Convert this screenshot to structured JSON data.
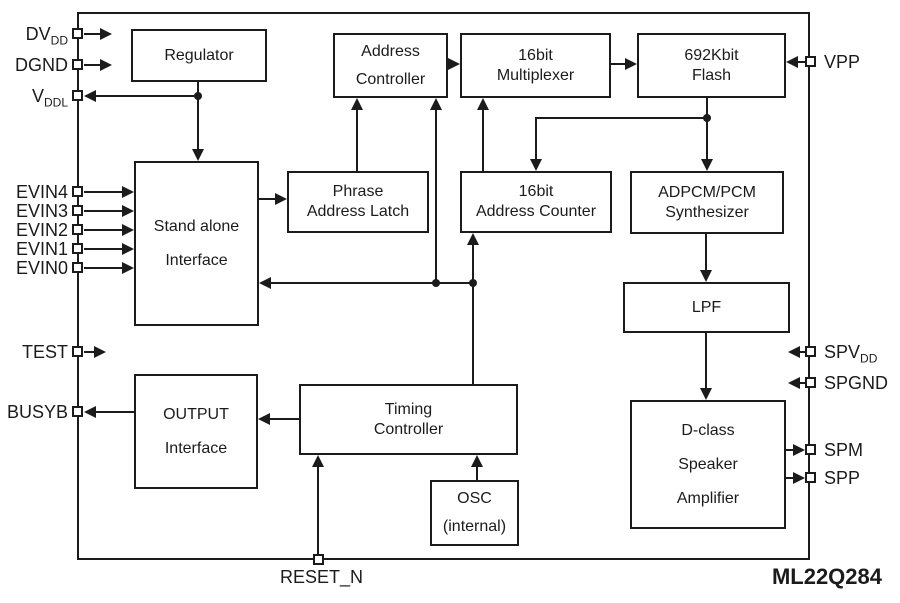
{
  "diagram": {
    "part_number": "ML22Q284",
    "description": "IC block diagram"
  },
  "colors": {
    "line": "#1b1b1b",
    "background": "#ffffff"
  },
  "blocks": {
    "regulator": {
      "lines": [
        "Regulator"
      ]
    },
    "address_controller": {
      "lines": [
        "Address",
        "Controller"
      ]
    },
    "multiplexer_16bit": {
      "lines": [
        "16bit",
        "Multiplexer"
      ]
    },
    "flash_692kbit": {
      "lines": [
        "692Kbit",
        "Flash"
      ]
    },
    "stand_alone_interface": {
      "lines": [
        "Stand alone",
        "Interface"
      ]
    },
    "phrase_address_latch": {
      "lines": [
        "Phrase",
        "Address Latch"
      ]
    },
    "address_counter_16bit": {
      "lines": [
        "16bit",
        "Address Counter"
      ]
    },
    "adpcm_pcm_synthesizer": {
      "lines": [
        "ADPCM/PCM",
        "Synthesizer"
      ]
    },
    "lpf": {
      "lines": [
        "LPF"
      ]
    },
    "d_class_speaker_amplifier": {
      "lines": [
        "D-class",
        "Speaker",
        "Amplifier"
      ]
    },
    "output_interface": {
      "lines": [
        "OUTPUT",
        "Interface"
      ]
    },
    "timing_controller": {
      "lines": [
        "Timing",
        "Controller"
      ]
    },
    "osc_internal": {
      "lines": [
        "OSC",
        "(internal)"
      ]
    }
  },
  "pins": {
    "dvdd": {
      "main": "DV",
      "sub": "DD"
    },
    "dgnd": {
      "main": "DGND",
      "sub": ""
    },
    "vddl": {
      "main": "V",
      "sub": "DDL"
    },
    "evin4": {
      "main": "EVIN4",
      "sub": ""
    },
    "evin3": {
      "main": "EVIN3",
      "sub": ""
    },
    "evin2": {
      "main": "EVIN2",
      "sub": ""
    },
    "evin1": {
      "main": "EVIN1",
      "sub": ""
    },
    "evin0": {
      "main": "EVIN0",
      "sub": ""
    },
    "test": {
      "main": "TEST",
      "sub": ""
    },
    "busyb": {
      "main": "BUSYB",
      "sub": ""
    },
    "vpp": {
      "main": "VPP",
      "sub": ""
    },
    "spvdd": {
      "main": "SPV",
      "sub": "DD"
    },
    "spgnd": {
      "main": "SPGND",
      "sub": ""
    },
    "spm": {
      "main": "SPM",
      "sub": ""
    },
    "spp": {
      "main": "SPP",
      "sub": ""
    },
    "reset_n": {
      "main": "RESET_N",
      "sub": ""
    }
  },
  "connections": [
    "DVDD → internal",
    "DGND → internal",
    "Regulator → VDDL",
    "Regulator → Stand alone Interface",
    "EVIN4 → Stand alone Interface",
    "EVIN3 → Stand alone Interface",
    "EVIN2 → Stand alone Interface",
    "EVIN1 → Stand alone Interface",
    "EVIN0 → Stand alone Interface",
    "Stand alone Interface → Phrase Address Latch",
    "Phrase Address Latch → Address Controller",
    "Timing Controller → Address Controller",
    "Timing Controller → Stand alone Interface",
    "Timing Controller → 16bit Address Counter",
    "Timing Controller → OUTPUT Interface",
    "16bit Address Counter → 16bit Multiplexer",
    "Address Controller → 16bit Multiplexer",
    "16bit Multiplexer → 692Kbit Flash",
    "VPP → 692Kbit Flash",
    "692Kbit Flash → 16bit Address Counter",
    "692Kbit Flash → ADPCM/PCM Synthesizer",
    "ADPCM/PCM Synthesizer → LPF",
    "LPF → D-class Speaker Amplifier",
    "D-class Speaker Amplifier → SPM",
    "D-class Speaker Amplifier → SPP",
    "SPVDD → internal",
    "SPGND → internal",
    "TEST → internal",
    "OUTPUT Interface → BUSYB",
    "RESET_N → Timing Controller",
    "OSC (internal) → Timing Controller"
  ]
}
